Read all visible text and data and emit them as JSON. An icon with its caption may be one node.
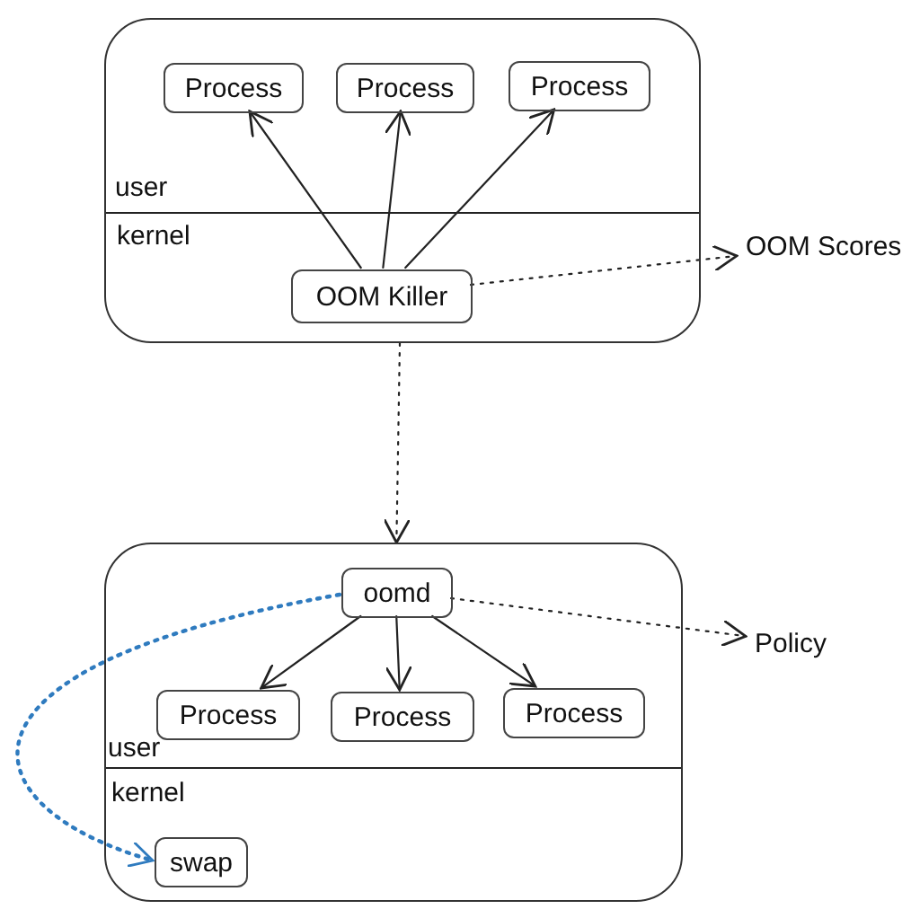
{
  "diagram": {
    "nodes": [
      {
        "text": [],
        "shape": "box"
      },
      {
        "text": [
          "Process"
        ],
        "in": 0
      },
      {
        "text": [
          "Process"
        ],
        "in": 0
      },
      {
        "text": [
          "Process"
        ],
        "in": 0
      },
      {
        "text": [
          "OOM Killer"
        ],
        "in": 0
      },
      {
        "text": [
          "OOM Scores"
        ]
      },
      {
        "text": [],
        "shape": "box"
      },
      {
        "text": [
          "oomd"
        ],
        "in": 6
      },
      {
        "text": [
          "Process"
        ],
        "in": 6
      },
      {
        "text": [
          "Process"
        ],
        "in": 6
      },
      {
        "text": [
          "Process"
        ],
        "in": 6
      },
      {
        "text": [
          "swap"
        ],
        "in": 6
      },
      {
        "text": [
          "Policy"
        ]
      }
    ],
    "edges": [
      {
        "from": 4,
        "to": 1,
        "arrow": "to"
      },
      {
        "from": 4,
        "to": 2,
        "arrow": "to"
      },
      {
        "from": 4,
        "to": 3,
        "arrow": "to"
      },
      {
        "from": 4,
        "to": 5,
        "arrow": "to",
        "style": "dashed"
      },
      {
        "from": 0,
        "to": 6,
        "arrow": "to",
        "style": "dashed"
      },
      {
        "from": 7,
        "to": 8,
        "arrow": "to"
      },
      {
        "from": 7,
        "to": 9,
        "arrow": "to"
      },
      {
        "from": 7,
        "to": 10,
        "arrow": "to"
      },
      {
        "from": 7,
        "to": 12,
        "arrow": "to",
        "style": "dashed"
      },
      {
        "from": 7,
        "to": 11,
        "arrow": "to",
        "style": "dashed",
        "color": "#2f7bbf"
      }
    ],
    "labels": [
      "user",
      "kernel",
      "user",
      "kernel"
    ]
  }
}
